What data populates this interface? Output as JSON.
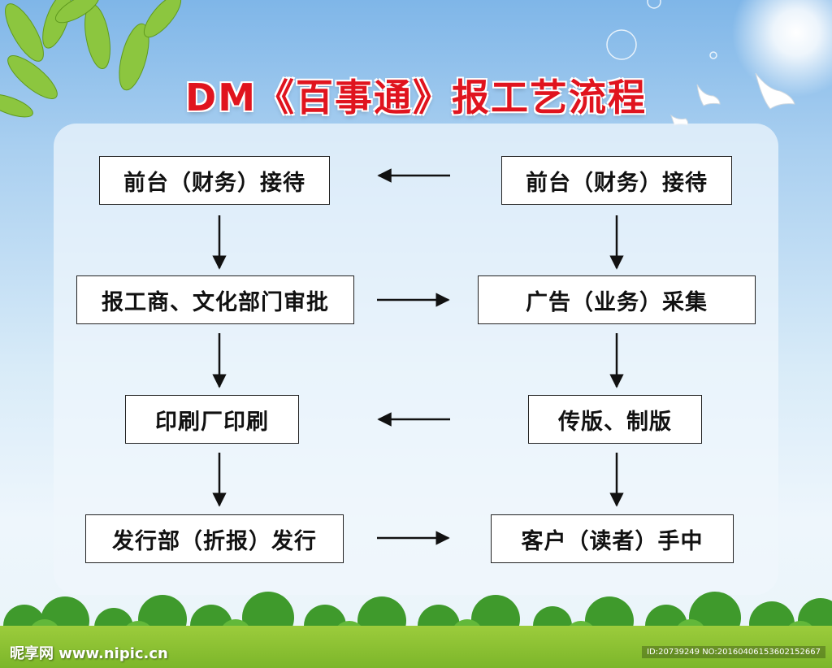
{
  "title": "DM《百事通》报工艺流程",
  "nodes": [
    {
      "id": "n1",
      "label": "前台（财务）接待"
    },
    {
      "id": "n2",
      "label": "报工商、文化部门审批"
    },
    {
      "id": "n3",
      "label": "印刷厂印刷"
    },
    {
      "id": "n4",
      "label": "发行部（折报）发行"
    },
    {
      "id": "n5",
      "label": "前台（财务）接待"
    },
    {
      "id": "n6",
      "label": "广告（业务）采集"
    },
    {
      "id": "n7",
      "label": "传版、制版"
    },
    {
      "id": "n8",
      "label": "客户（读者）手中"
    }
  ],
  "edges": [
    {
      "from": "n5",
      "to": "n1"
    },
    {
      "from": "n1",
      "to": "n2"
    },
    {
      "from": "n5",
      "to": "n6"
    },
    {
      "from": "n2",
      "to": "n6"
    },
    {
      "from": "n2",
      "to": "n3"
    },
    {
      "from": "n6",
      "to": "n7"
    },
    {
      "from": "n7",
      "to": "n3"
    },
    {
      "from": "n3",
      "to": "n4"
    },
    {
      "from": "n7",
      "to": "n8"
    },
    {
      "from": "n4",
      "to": "n8"
    }
  ],
  "watermark": "昵享网 www.nipic.cn",
  "image_id": "ID:20739249 NO:20160406153602152667",
  "colors": {
    "title": "#e0141e",
    "sky": "#a9cff0",
    "leaf": "#8cc63f",
    "grass": "#7cb62a"
  }
}
